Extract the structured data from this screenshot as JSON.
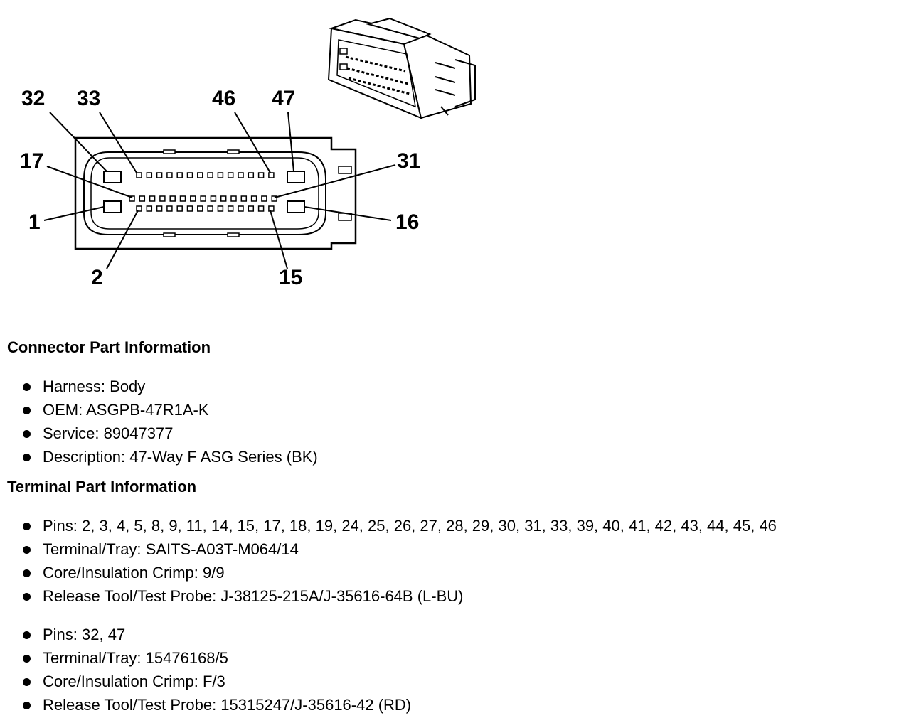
{
  "pin_labels": {
    "p32": "32",
    "p33": "33",
    "p46": "46",
    "p47": "47",
    "p17": "17",
    "p31": "31",
    "p1": "1",
    "p16": "16",
    "p2": "2",
    "p15": "15"
  },
  "connector_info": {
    "heading": "Connector Part Information",
    "items": [
      "Harness: Body",
      "OEM: ASGPB-47R1A-K",
      "Service: 89047377",
      "Description: 47-Way F ASG Series (BK)"
    ]
  },
  "terminal_info": {
    "heading": "Terminal Part Information",
    "groups": [
      {
        "items": [
          "Pins: 2, 3, 4, 5, 8, 9, 11, 14, 15, 17, 18, 19, 24, 25, 26, 27, 28, 29, 30, 31, 33, 39, 40, 41, 42, 43, 44, 45, 46",
          "Terminal/Tray: SAITS-A03T-M064/14",
          "Core/Insulation Crimp: 9/9",
          "Release Tool/Test Probe: J-38125-215A/J-35616-64B (L-BU)"
        ]
      },
      {
        "items": [
          "Pins: 32, 47",
          "Terminal/Tray: 15476168/5",
          "Core/Insulation Crimp: F/3",
          "Release Tool/Test Probe: 15315247/J-35616-42 (RD)"
        ]
      }
    ]
  }
}
